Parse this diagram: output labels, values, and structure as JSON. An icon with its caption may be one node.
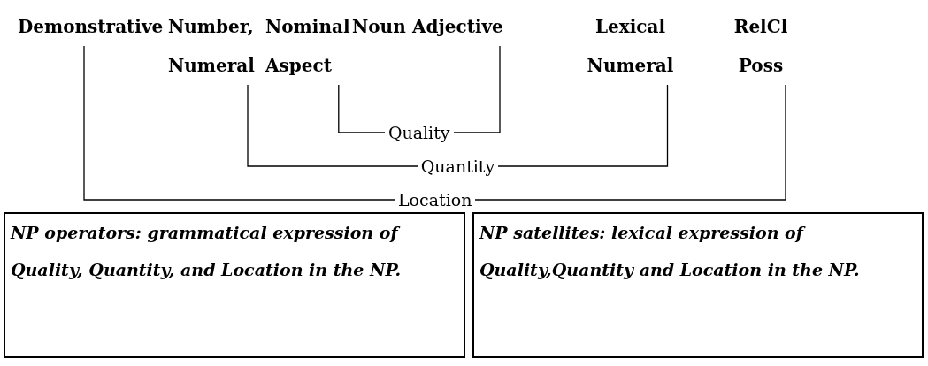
{
  "diagram": {
    "nodes": [
      {
        "text": [
          "Demonstrative"
        ]
      },
      {
        "text": [
          "Number, Numeral"
        ]
      },
      {
        "text": [
          "Nominal Aspect"
        ]
      },
      {
        "text": [
          "Noun"
        ]
      },
      {
        "text": [
          "Adjective"
        ]
      },
      {
        "text": [
          "Lexical Numeral"
        ]
      },
      {
        "text": [
          "RelCl Poss"
        ]
      },
      {
        "text": [
          "NP operators: grammatical expression of Quality, Quantity, and Location in the NP."
        ]
      },
      {
        "text": [
          "NP satellites: lexical expression of Quality,Quantity and Location in the NP."
        ]
      }
    ],
    "edges": [
      {
        "from": 2,
        "to": 4,
        "arrow": "none",
        "label": "Quality"
      },
      {
        "from": 1,
        "to": 5,
        "arrow": "none",
        "label": "Quantity"
      },
      {
        "from": 0,
        "to": 6,
        "arrow": "none",
        "label": "Location"
      }
    ]
  }
}
